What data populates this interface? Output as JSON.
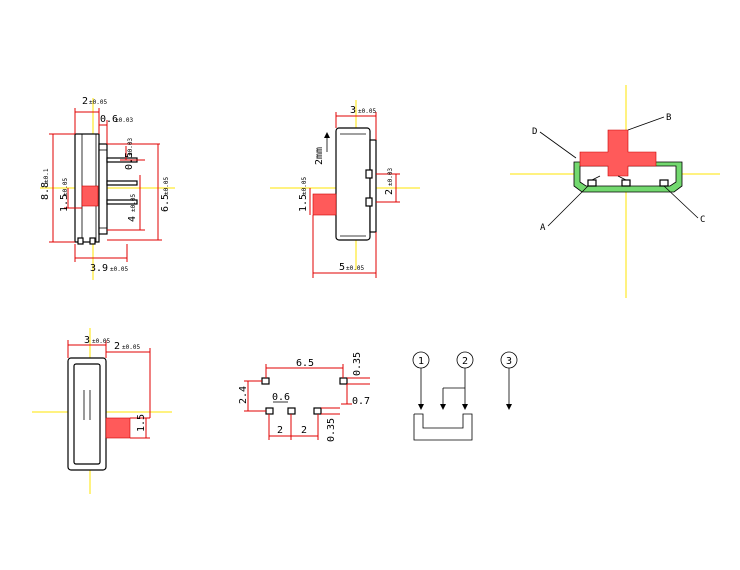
{
  "colors": {
    "dimension": "#e00000",
    "centerline": "#ffe400",
    "outline": "#000000",
    "actuator": "#ff5a5a",
    "base": "#73d96f"
  },
  "side_view": {
    "dim_top_2": "2",
    "dim_top_2_tol": "±0.05",
    "dim_06": "0.6",
    "dim_06_tol": "±0.03",
    "dim_05": "0.5",
    "dim_05_tol": "±0.03",
    "dim_88": "8.8",
    "dim_88_tol": "±0.1",
    "dim_15": "1.5",
    "dim_15_tol": "±0.05",
    "dim_4": "4",
    "dim_4_tol": "±0.05",
    "dim_65": "6.5",
    "dim_65_tol": "±0.05",
    "dim_39": "3.9",
    "dim_39_tol": "±0.05"
  },
  "front_view": {
    "dim_3": "3",
    "dim_3_tol": "±0.05",
    "travel": "2mm",
    "dim_15": "1.5",
    "dim_15_tol": "±0.05",
    "dim_2": "2",
    "dim_2_tol": "±0.03",
    "dim_5": "5",
    "dim_5_tol": "±0.05"
  },
  "section_view": {
    "label_b": "B",
    "label_d": "D",
    "label_a": "A",
    "label_c": "C"
  },
  "bottom_view": {
    "dim_3": "3",
    "dim_3_tol": "±0.05",
    "dim_2": "2",
    "dim_2_tol": "±0.05",
    "dim_15": "1.5"
  },
  "pcb_layout": {
    "dim_65": "6.5",
    "dim_035_top": "0.35",
    "dim_24": "2.4",
    "dim_06": "0.6",
    "dim_07": "0.7",
    "dim_2_a": "2",
    "dim_2_b": "2",
    "dim_035_bottom": "0.35"
  },
  "schematic": {
    "pin1": "1",
    "pin2": "2",
    "pin3": "3"
  }
}
